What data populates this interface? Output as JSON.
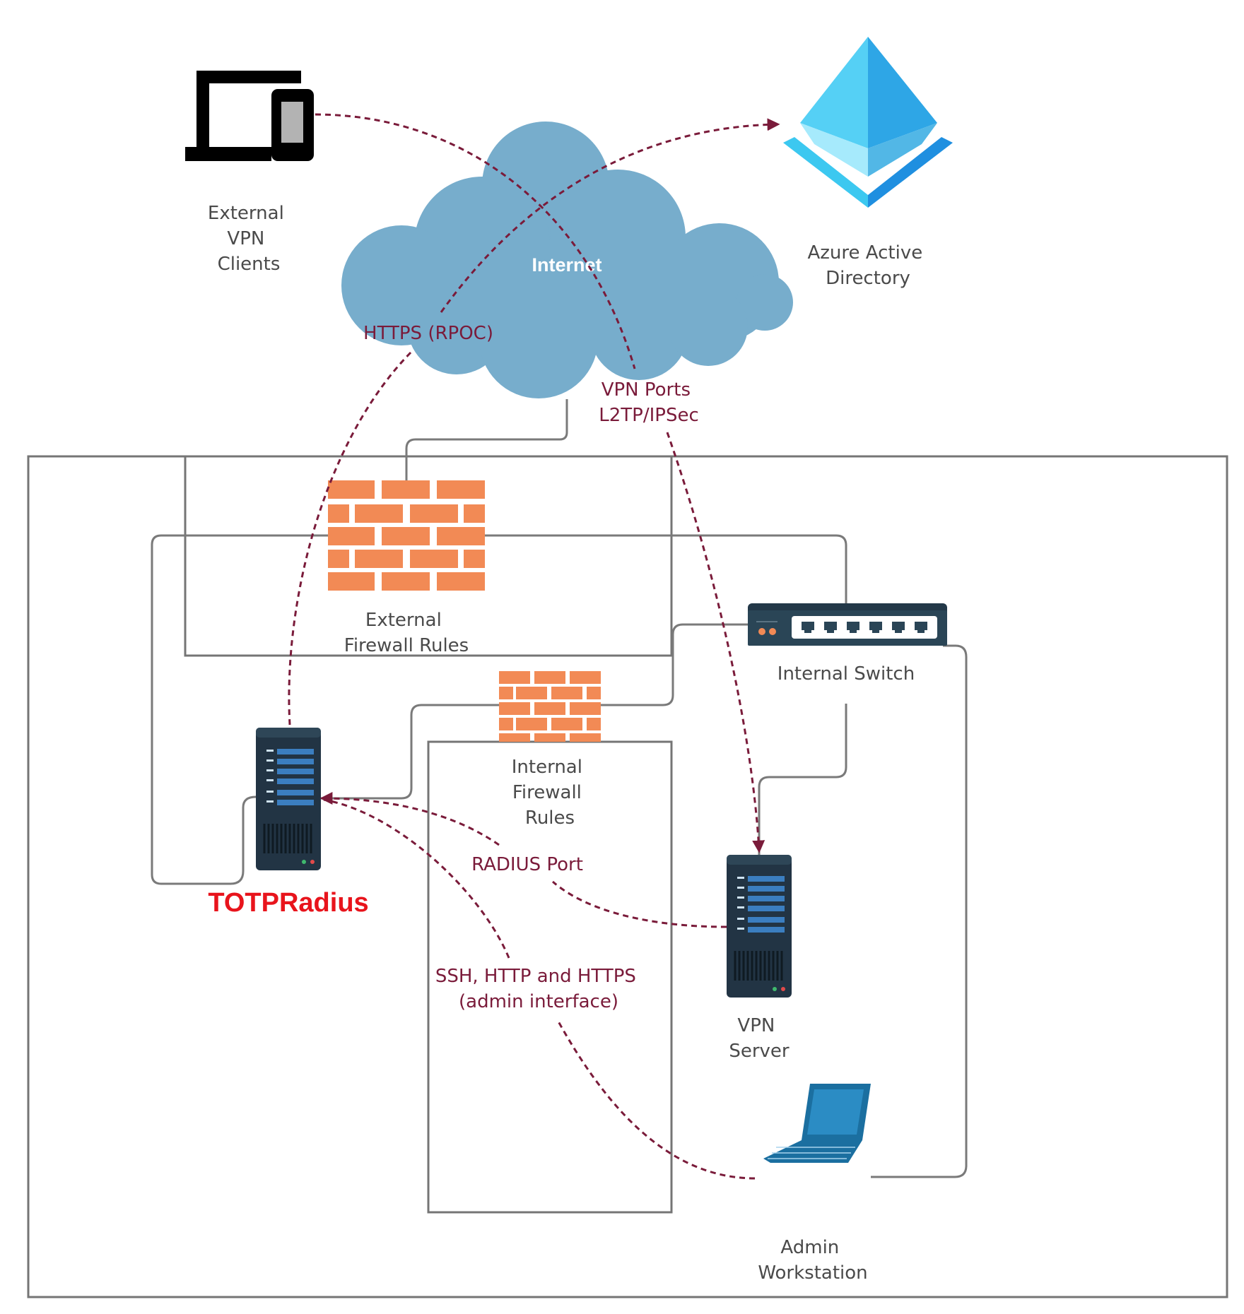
{
  "nodes": {
    "external_clients": {
      "label_lines": [
        "External",
        "VPN",
        "Clients"
      ]
    },
    "azure_ad": {
      "label_lines": [
        "Azure Active",
        "Directory"
      ]
    },
    "internet": {
      "label": "Internet"
    },
    "external_firewall": {
      "label_lines": [
        "External",
        "Firewall Rules"
      ]
    },
    "internal_switch": {
      "label": "Internal Switch"
    },
    "internal_firewall": {
      "label_lines": [
        "Internal",
        "Firewall",
        "Rules"
      ]
    },
    "totpradius": {
      "label": "TOTPRadius"
    },
    "vpn_server": {
      "label_lines": [
        "VPN",
        "Server"
      ]
    },
    "admin_workstation": {
      "label_lines": [
        "Admin",
        "Workstation"
      ]
    }
  },
  "flows": {
    "https_rpoc": "HTTPS (RPOC)",
    "vpn_ports": [
      "VPN Ports",
      "L2TP/IPSec"
    ],
    "radius": "RADIUS Port",
    "admin": [
      "SSH, HTTP and HTTPS",
      "(admin interface)"
    ]
  },
  "colors": {
    "flow": "#7a1b3a",
    "cloud": "#77adcc",
    "firewall": "#f28a55",
    "brand": "#e8141c",
    "azure": "#3cc8f0"
  }
}
